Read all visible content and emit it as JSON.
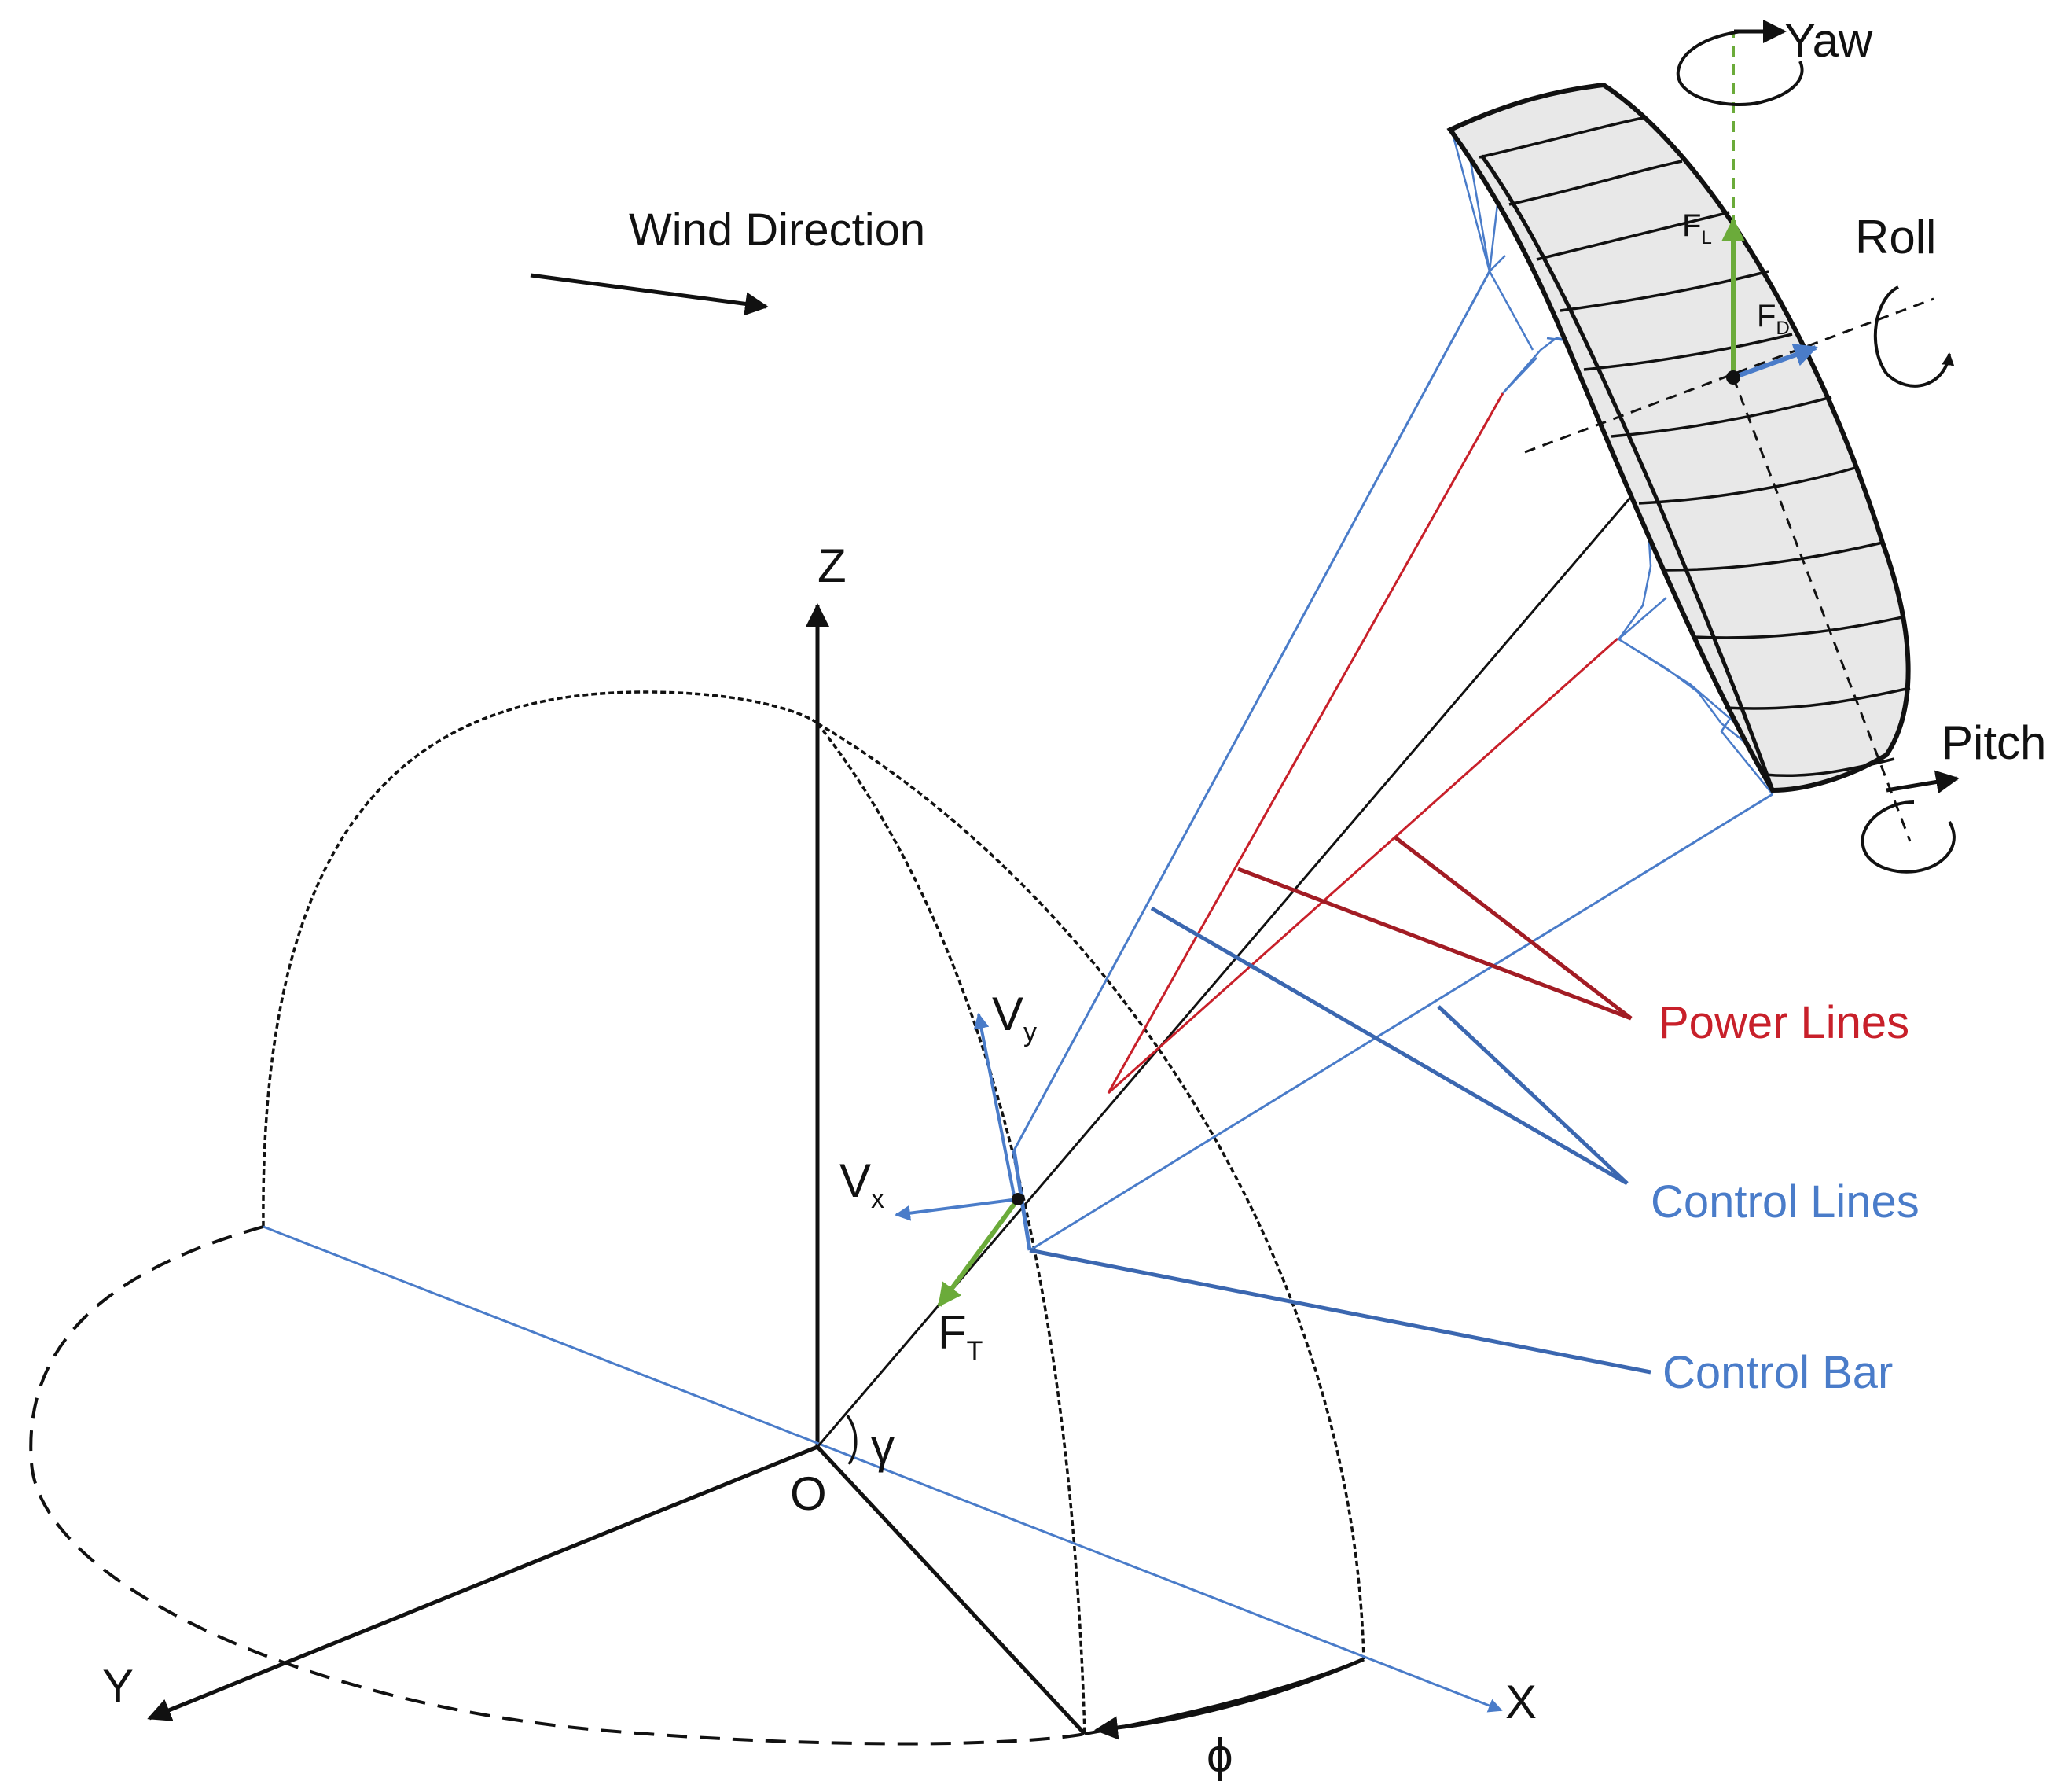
{
  "diagram": {
    "labels": {
      "wind": "Wind Direction",
      "yaw": "Yaw",
      "roll": "Roll",
      "pitch": "Pitch",
      "power_lines": "Power Lines",
      "control_lines": "Control Lines",
      "control_bar": "Control Bar",
      "axis_z": "Z",
      "axis_x": "X",
      "axis_y": "Y",
      "origin": "O",
      "gamma": "γ",
      "phi": "ϕ",
      "vy_main": "V",
      "vy_sub": "y",
      "vx_main": "V",
      "vx_sub": "x",
      "ft_main": "F",
      "ft_sub": "T",
      "fl_main": "F",
      "fl_sub": "L",
      "fd_main": "F",
      "fd_sub": "D"
    },
    "colors": {
      "ink": "#111111",
      "blue": "#4a7cc9",
      "red": "#c8202a",
      "green": "#6bab3a",
      "canopy": "#e8e8e8"
    }
  }
}
